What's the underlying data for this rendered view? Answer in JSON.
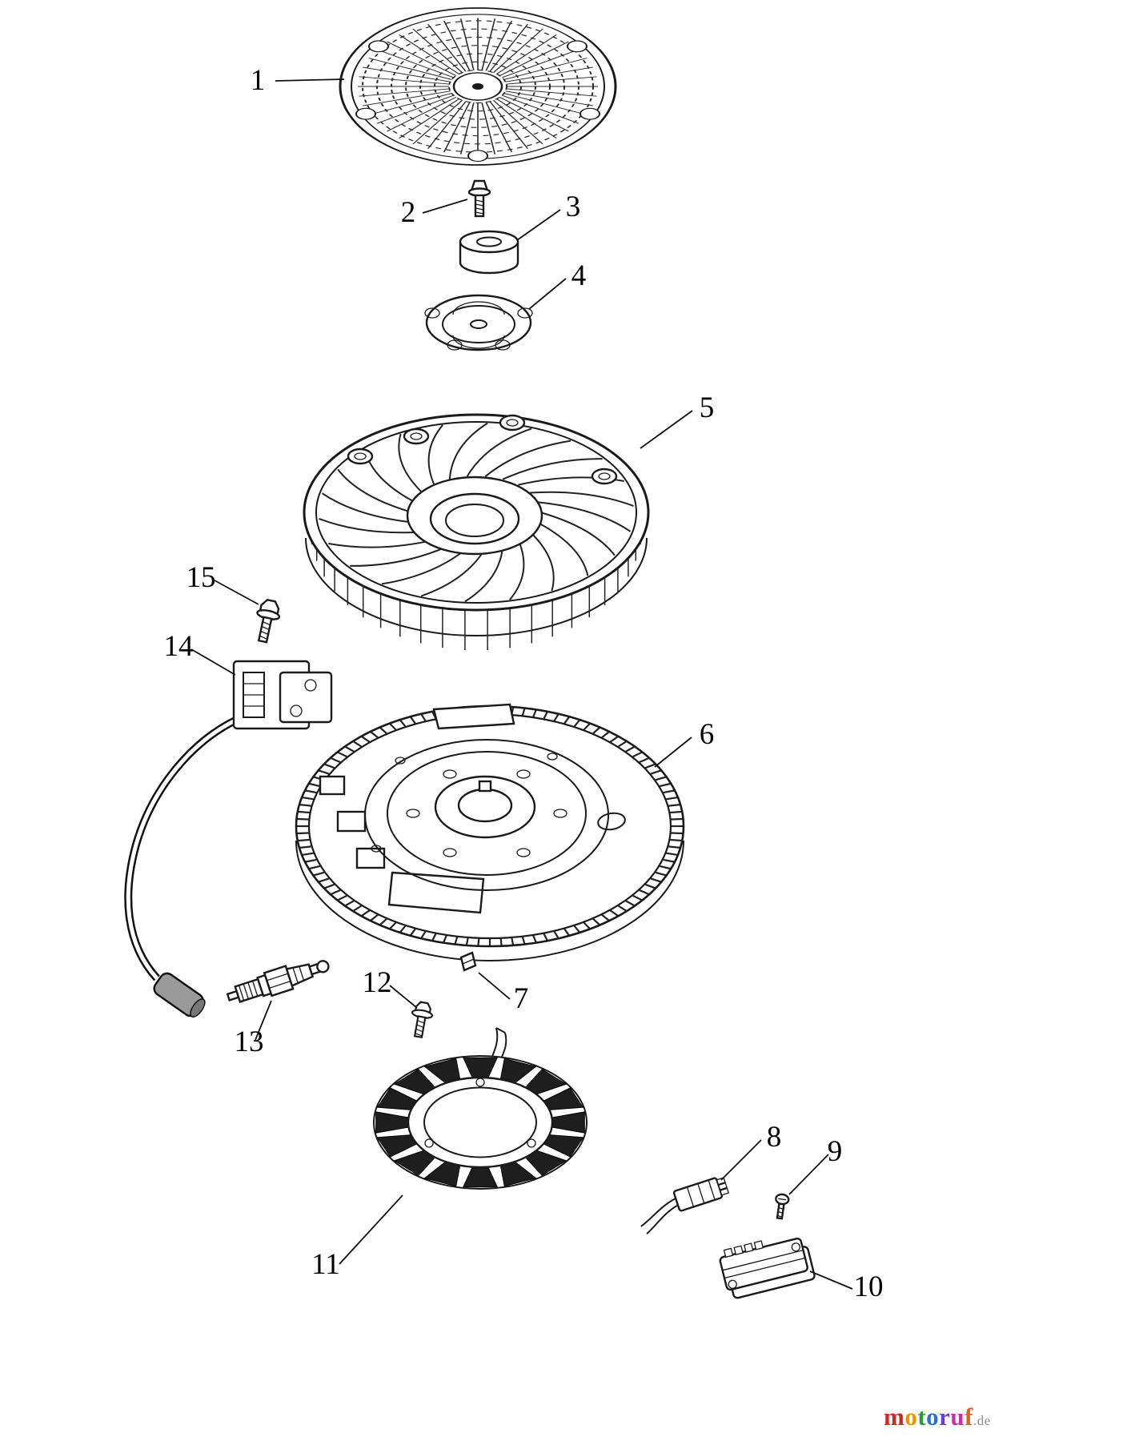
{
  "diagram": {
    "labels": [
      "1",
      "2",
      "3",
      "4",
      "5",
      "6",
      "7",
      "8",
      "9",
      "10",
      "11",
      "12",
      "13",
      "14",
      "15"
    ]
  },
  "watermark": {
    "letters": [
      {
        "ch": "m",
        "color": "#d6251c"
      },
      {
        "ch": "o",
        "color": "#f29100"
      },
      {
        "ch": "t",
        "color": "#2e9b38"
      },
      {
        "ch": "o",
        "color": "#2a6fd2"
      },
      {
        "ch": "r",
        "color": "#6a3fd0"
      },
      {
        "ch": "u",
        "color": "#d22aa8"
      },
      {
        "ch": "f",
        "color": "#e2601e"
      }
    ],
    "suffix": ".de",
    "suffix_color": "#8a8a8a"
  }
}
